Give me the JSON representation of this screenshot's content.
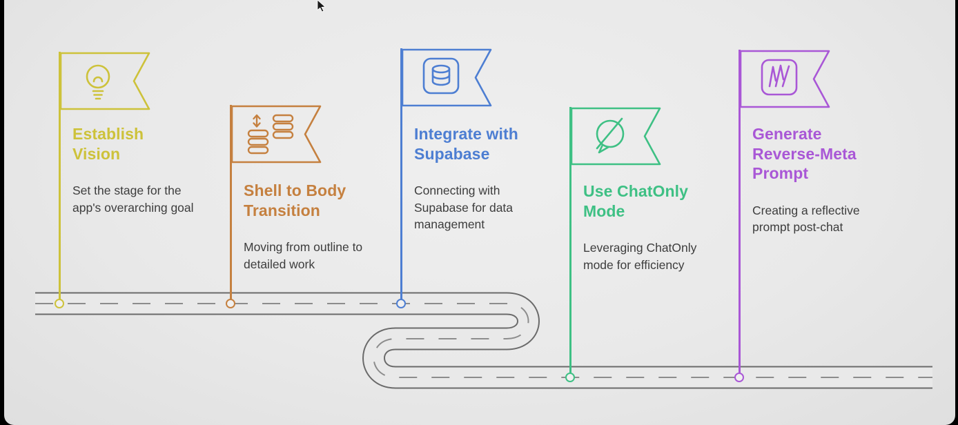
{
  "milestones": [
    {
      "id": "establish-vision",
      "icon": "lightbulb-icon",
      "title": "Establish Vision",
      "description": "Set the stage for the app's overarching goal",
      "color": "#cdc23a"
    },
    {
      "id": "shell-to-body-transition",
      "icon": "database-transfer-icon",
      "title": "Shell to Body Transition",
      "description": "Moving from outline to detailed work",
      "color": "#c5803f"
    },
    {
      "id": "integrate-with-supabase",
      "icon": "database-icon",
      "title": "Integrate with Supabase",
      "description": "Connecting with Supabase for data management",
      "color": "#4d7ed2"
    },
    {
      "id": "use-chatonly-mode",
      "icon": "chat-disabled-icon",
      "title": "Use ChatOnly Mode",
      "description": "Leveraging ChatOnly mode for efficiency",
      "color": "#3ec084"
    },
    {
      "id": "generate-reverse-meta-prompt",
      "icon": "prompt-arrows-icon",
      "title": "Generate Reverse-Meta Prompt",
      "description": "Creating a reflective prompt post-chat",
      "color": "#a957d6"
    }
  ],
  "road": {
    "outline_color": "#6a6a6a",
    "surface_color": "#e9e9e9",
    "dash_color": "#8c8c8c"
  }
}
